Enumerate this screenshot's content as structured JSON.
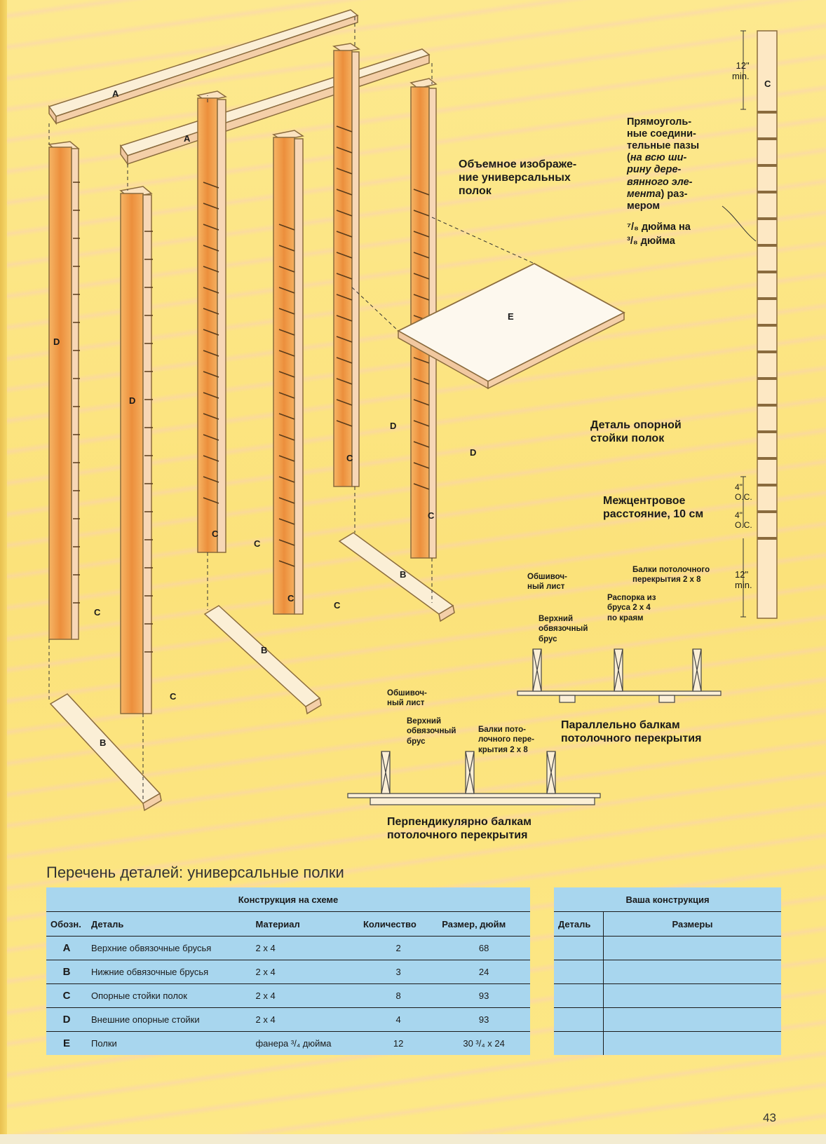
{
  "diagram": {
    "part_letters": {
      "a": "A",
      "b": "B",
      "c": "C",
      "d": "D",
      "e": "E"
    },
    "title_3d": "Объемное изображе-\nние универсальных\nполок",
    "groove_note_start": "Прямоуголь-\nные соедини-\nтельные пазы\n(",
    "groove_note_italic": "на всю ши-\nрину дере-\nвянного эле-\nмента",
    "groove_note_mid": ") раз-\nмером",
    "groove_dim1": "⁷/₈ дюйма на",
    "groove_dim2": "³/₈ дюйма",
    "dim_12_min": "12\"\nmin.",
    "dim_4_oc": "4\"\nO.C.",
    "support_detail": "Деталь опорной\nстойки полок",
    "center_spacing": "Межцентровое\nрасстояние, 10 см",
    "sheathing": "Обшивоч-\nный лист",
    "top_plate": "Верхний\nобвязочный\nбрус",
    "joists_2x8": "Балки потолочного\nперекрытия 2 x 8",
    "blocking": "Распорка из\nбруса 2 x 4\nпо краям",
    "parallel_caption": "Параллельно балкам\nпотолочного перекрытия",
    "joists_2x8_short": "Балки пото-\nлочного пере-\nкрытия 2 x 8",
    "perpendicular_caption": "Перпендикулярно балкам\nпотолочного перекрытия"
  },
  "parts_list": {
    "title": "Перечень деталей: универсальные полки",
    "design_table": {
      "caption": "Конструкция на схеме",
      "headers": [
        "Обозн.",
        "Деталь",
        "Материал",
        "Количество",
        "Размер, дюйм"
      ],
      "rows": [
        {
          "code": "A",
          "part": "Верхние обвязочные брусья",
          "material": "2 x 4",
          "qty": "2",
          "size": "68"
        },
        {
          "code": "B",
          "part": "Нижние обвязочные брусья",
          "material": "2 x 4",
          "qty": "3",
          "size": "24"
        },
        {
          "code": "C",
          "part": "Опорные стойки полок",
          "material": "2 x 4",
          "qty": "8",
          "size": "93"
        },
        {
          "code": "D",
          "part": "Внешние опорные стойки",
          "material": "2 x 4",
          "qty": "4",
          "size": "93"
        },
        {
          "code": "E",
          "part": "Полки",
          "material": "фанера ³/₄ дюйма",
          "qty": "12",
          "size": "30 ³/₄ x 24"
        }
      ]
    },
    "your_table": {
      "caption": "Ваша конструкция",
      "headers": [
        "Деталь",
        "Размеры"
      ]
    }
  },
  "page_number": "43",
  "colors": {
    "background": "#fce883",
    "post_orange": "#ef9a45",
    "table_blue": "#a8d6ee"
  }
}
